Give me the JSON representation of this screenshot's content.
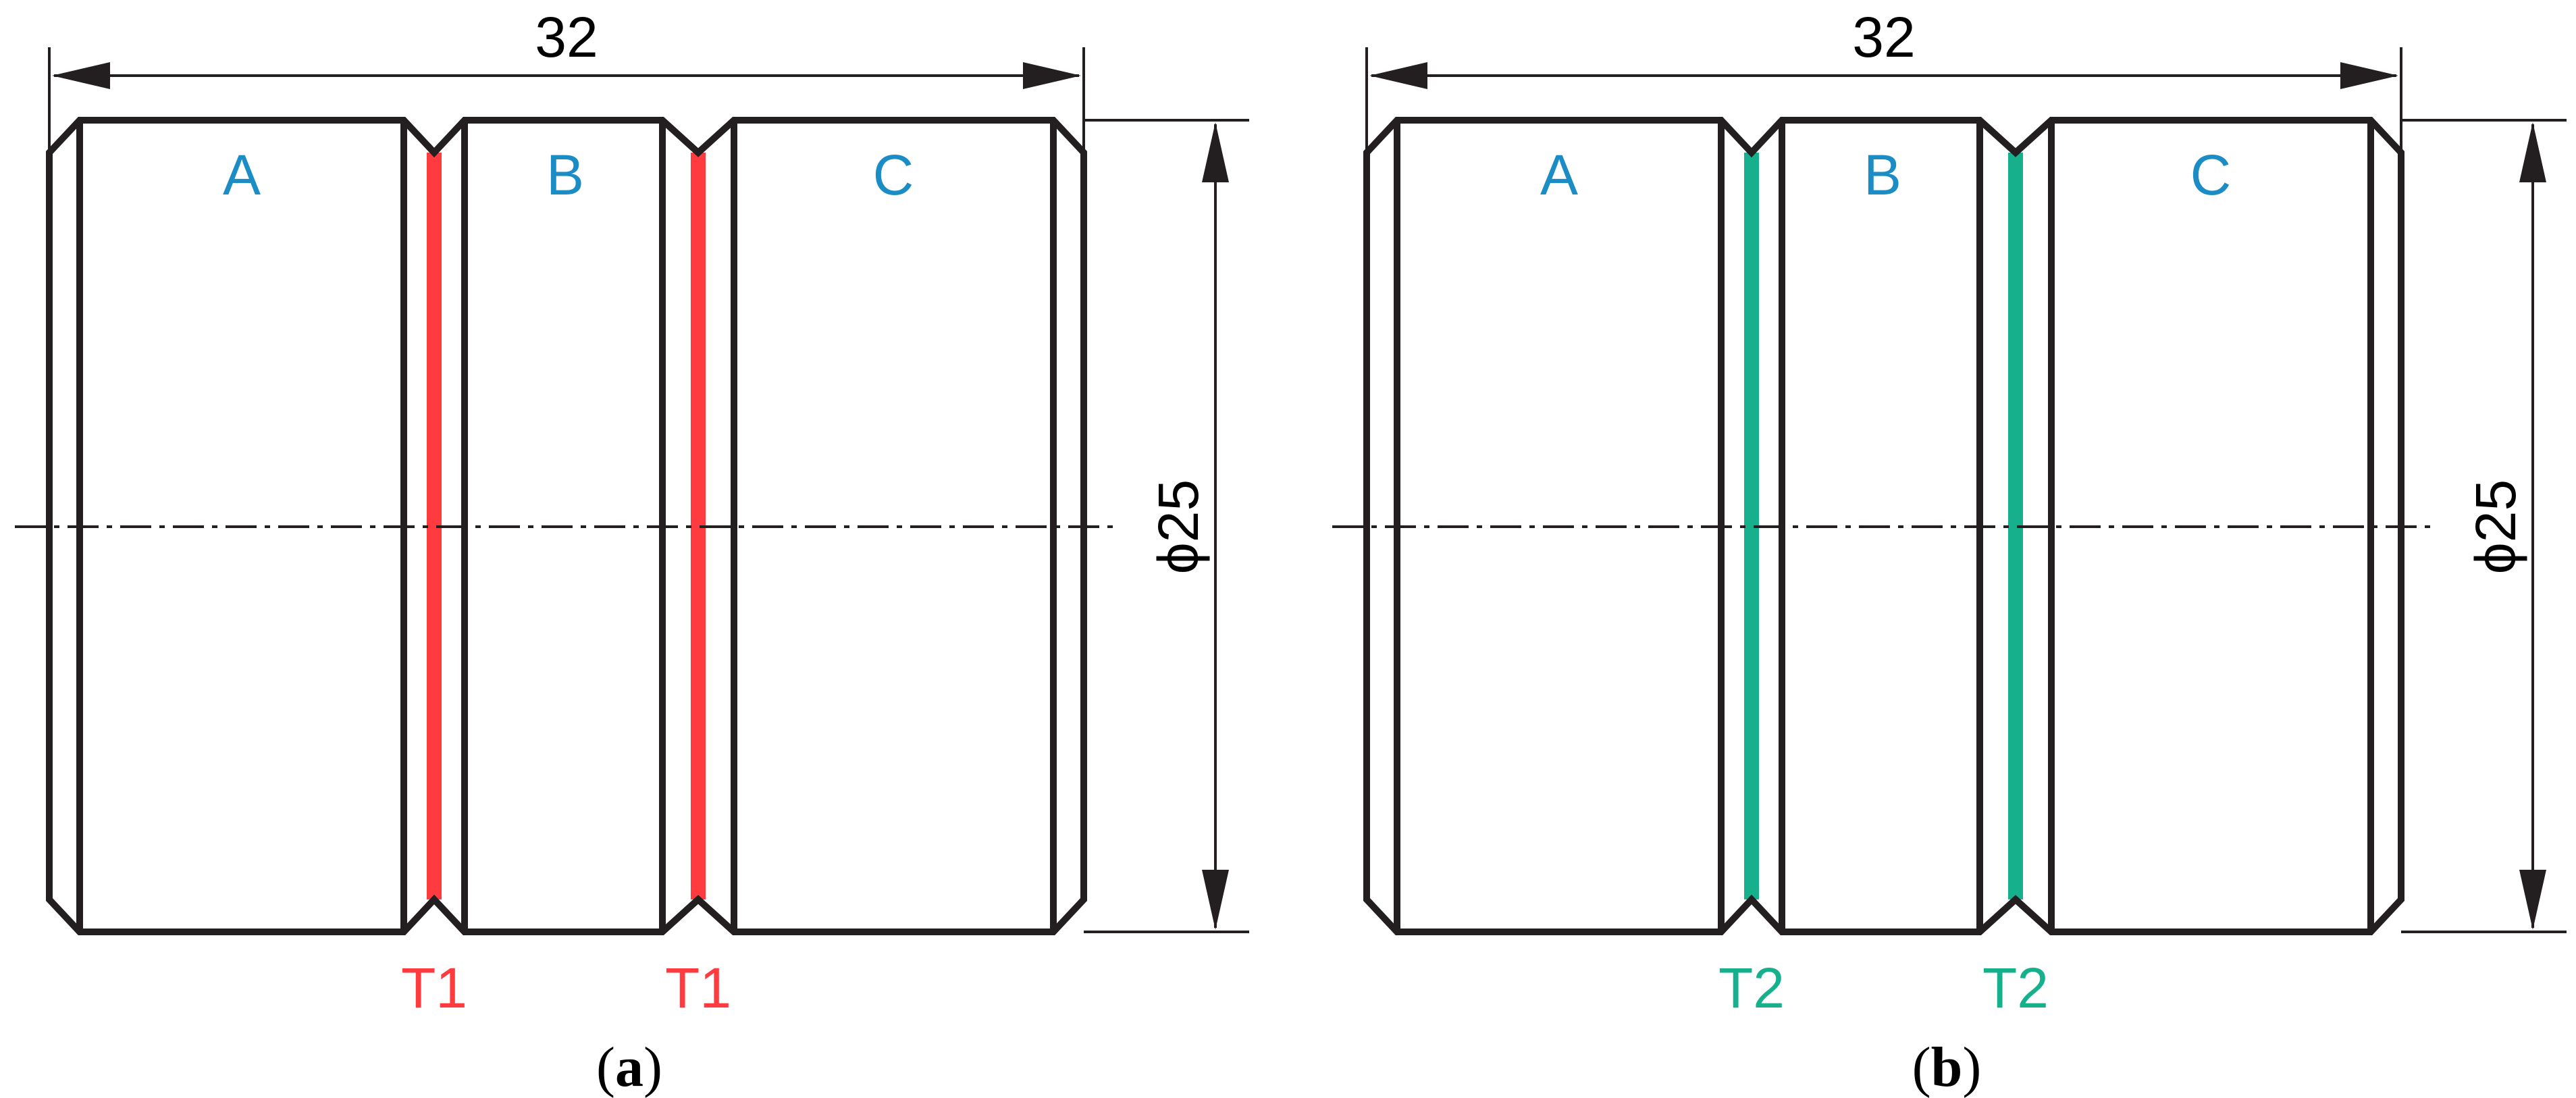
{
  "panels": [
    {
      "caption_open": "(",
      "caption_letter": "a",
      "caption_close": ")",
      "length_label": "32",
      "diameter_label": "ϕ25",
      "sections": [
        "A",
        "B",
        "C"
      ],
      "seam_labels": [
        "T1",
        "T1"
      ],
      "seam_color": "#ff3b3f"
    },
    {
      "caption_open": "(",
      "caption_letter": "b",
      "caption_close": ")",
      "length_label": "32",
      "diameter_label": "ϕ25",
      "sections": [
        "A",
        "B",
        "C"
      ],
      "seam_labels": [
        "T2",
        "T2"
      ],
      "seam_color": "#17b08c"
    }
  ],
  "colors": {
    "outline": "#231f20",
    "section_label": "#1b8dc4"
  }
}
